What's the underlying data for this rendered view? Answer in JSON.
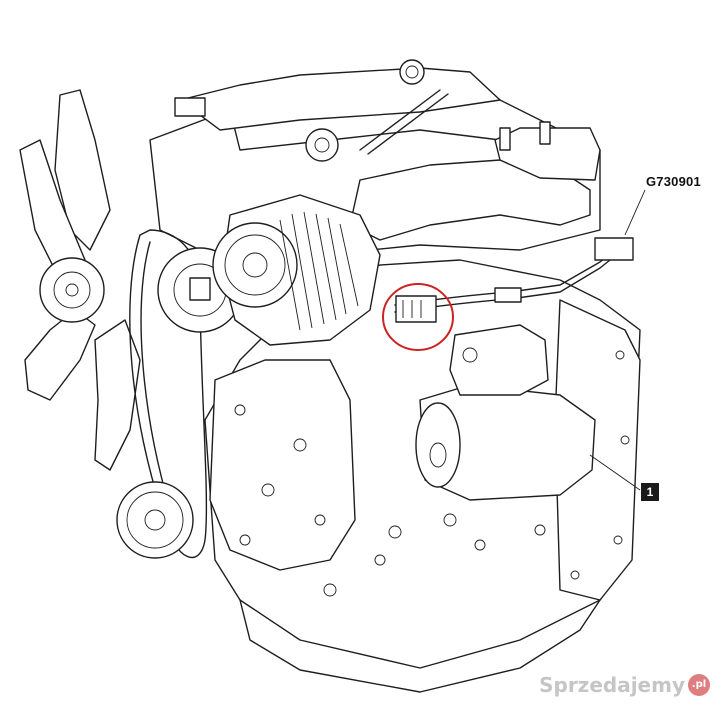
{
  "diagram": {
    "part_code_label": "G730901",
    "reference_number": "1",
    "highlight_color": "#cc2222"
  },
  "watermark": {
    "text": "Sprzedajemy",
    "suffix": ".pl"
  }
}
